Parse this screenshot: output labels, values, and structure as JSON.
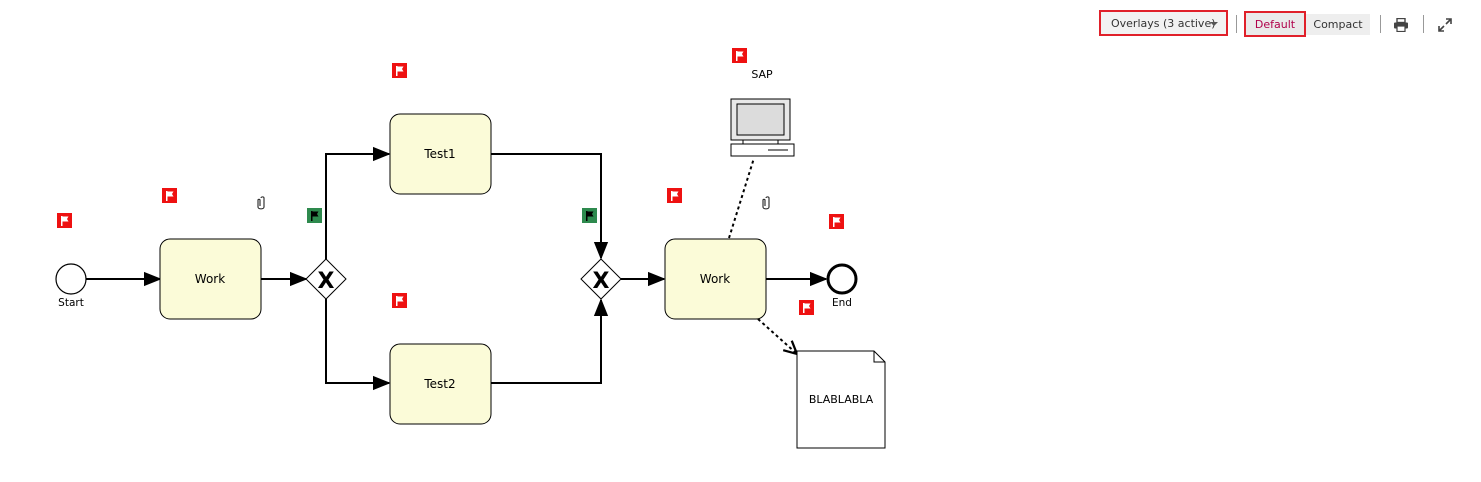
{
  "toolbar": {
    "overlays_label": "Overlays (3 active)",
    "default_label": "Default",
    "compact_label": "Compact",
    "print_icon": "print-icon",
    "fullscreen_icon": "expand-icon"
  },
  "diagram": {
    "start_event_label": "Start",
    "end_event_label": "End",
    "task_work_1_label": "Work",
    "task_test1_label": "Test1",
    "task_test2_label": "Test2",
    "task_work_2_label": "Work",
    "system_label": "SAP",
    "document_label": "BLABLABLA",
    "gateway_symbol": "X"
  },
  "colors": {
    "task_fill": "#fbfbd8",
    "flag_red": "#ee1111",
    "flag_green": "#2e8a4e",
    "highlight_border": "#e0202a",
    "default_text": "#b0004a"
  }
}
